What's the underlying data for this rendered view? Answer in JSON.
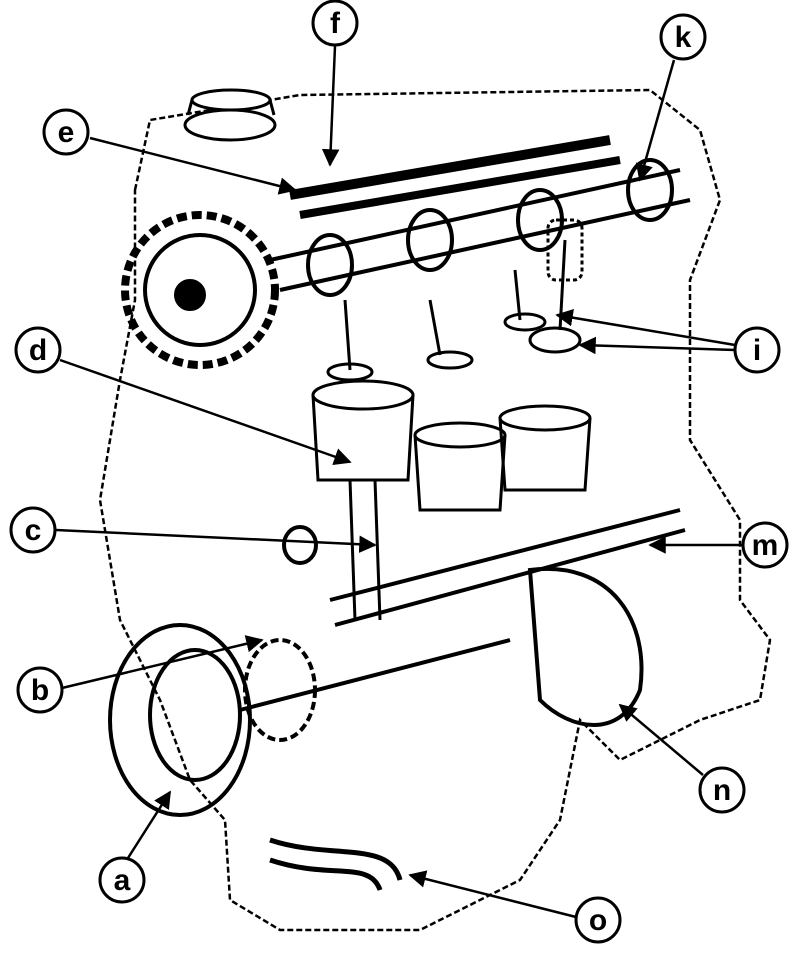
{
  "labels": {
    "a": "a",
    "b": "b",
    "c": "c",
    "d": "d",
    "e": "e",
    "f": "f",
    "i": "i",
    "k": "k",
    "m": "m",
    "n": "n",
    "o": "o"
  }
}
